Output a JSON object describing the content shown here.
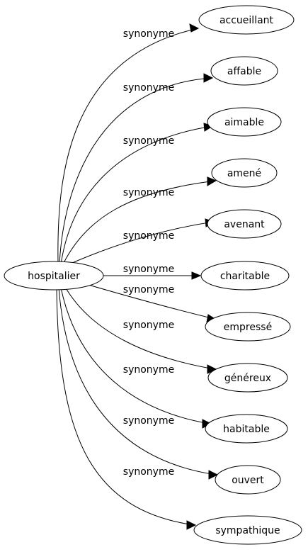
{
  "source": {
    "label": "hospitalier"
  },
  "edge_label": "synonyme",
  "targets": [
    {
      "label": "accueillant"
    },
    {
      "label": "affable"
    },
    {
      "label": "aimable"
    },
    {
      "label": "amené"
    },
    {
      "label": "avenant"
    },
    {
      "label": "charitable"
    },
    {
      "label": "empressé"
    },
    {
      "label": "généreux"
    },
    {
      "label": "habitable"
    },
    {
      "label": "ouvert"
    },
    {
      "label": "sympathique"
    }
  ]
}
